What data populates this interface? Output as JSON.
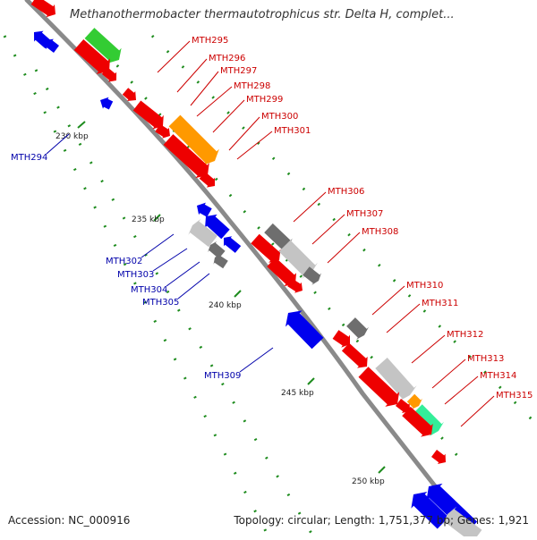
{
  "title": "Methanothermobacter thermautotrophicus str. Delta H, complet...",
  "footer": {
    "accession": "Accession: NC_000916",
    "summary": "Topology: circular; Length: 1,751,377 bp; Genes: 1,921"
  },
  "colors": {
    "backbone": "#8a8a8a",
    "tick": "#1e8c1e",
    "forward_label": "#cc0000",
    "reverse_label": "#0000aa",
    "red": "#ee0000",
    "blue": "#0000ee",
    "green": "#33cc33",
    "orange": "#ff9900",
    "teal": "#33ee99",
    "dark_gray": "#6e6e6e",
    "light_gray": "#c4c4c4"
  },
  "ticks": [
    {
      "label": "230 kbp"
    },
    {
      "label": "235 kbp"
    },
    {
      "label": "240 kbp"
    },
    {
      "label": "245 kbp"
    },
    {
      "label": "250 kbp"
    }
  ],
  "genes": [
    {
      "label": "MTH294",
      "strand": "reverse",
      "color": "blue"
    },
    {
      "label": "MTH295",
      "strand": "forward",
      "color": "red"
    },
    {
      "label": "MTH296",
      "strand": "forward",
      "color": "red"
    },
    {
      "label": "MTH297",
      "strand": "forward",
      "color": "red"
    },
    {
      "label": "MTH298",
      "strand": "forward",
      "color": "red"
    },
    {
      "label": "MTH299",
      "strand": "forward",
      "color": "orange"
    },
    {
      "label": "MTH300",
      "strand": "forward",
      "color": "red"
    },
    {
      "label": "MTH301",
      "strand": "forward",
      "color": "red"
    },
    {
      "label": "MTH302",
      "strand": "reverse",
      "color": "blue"
    },
    {
      "label": "MTH303",
      "strand": "reverse",
      "color": "light_gray"
    },
    {
      "label": "MTH304",
      "strand": "reverse",
      "color": "dark_gray"
    },
    {
      "label": "MTH305",
      "strand": "reverse",
      "color": "blue"
    },
    {
      "label": "MTH306",
      "strand": "forward",
      "color": "dark_gray"
    },
    {
      "label": "MTH307",
      "strand": "forward",
      "color": "red"
    },
    {
      "label": "MTH308",
      "strand": "forward",
      "color": "light_gray"
    },
    {
      "label": "MTH309",
      "strand": "reverse",
      "color": "blue"
    },
    {
      "label": "MTH310",
      "strand": "forward",
      "color": "dark_gray"
    },
    {
      "label": "MTH311",
      "strand": "forward",
      "color": "red"
    },
    {
      "label": "MTH312",
      "strand": "forward",
      "color": "red"
    },
    {
      "label": "MTH313",
      "strand": "forward",
      "color": "light_gray"
    },
    {
      "label": "MTH314",
      "strand": "forward",
      "color": "orange"
    },
    {
      "label": "MTH315",
      "strand": "forward",
      "color": "teal"
    }
  ]
}
